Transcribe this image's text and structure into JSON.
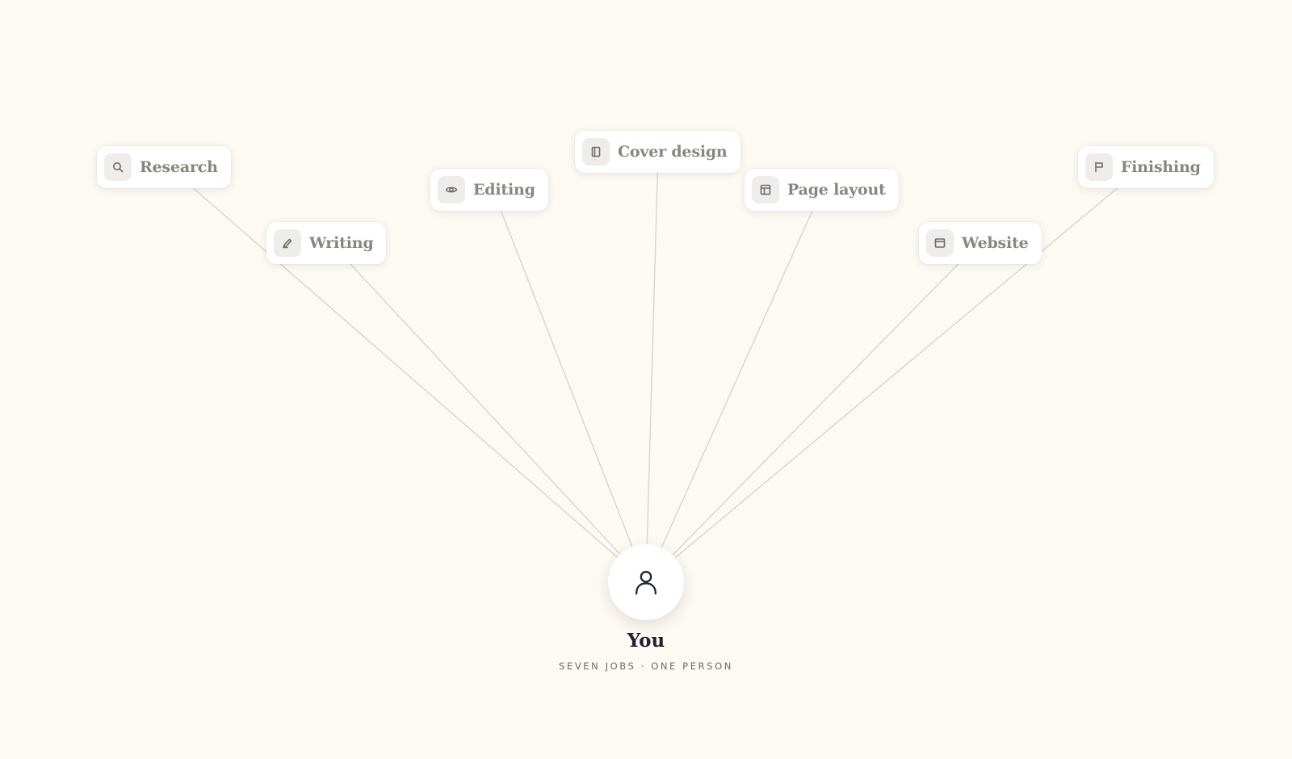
{
  "center": {
    "title": "You",
    "subtitle": "SEVEN JOBS · ONE PERSON",
    "icon": "user-icon"
  },
  "nodes": [
    {
      "id": "research",
      "label": "Research",
      "icon": "search-icon"
    },
    {
      "id": "writing",
      "label": "Writing",
      "icon": "pen-icon"
    },
    {
      "id": "editing",
      "label": "Editing",
      "icon": "eye-icon"
    },
    {
      "id": "cover-design",
      "label": "Cover design",
      "icon": "book-icon"
    },
    {
      "id": "page-layout",
      "label": "Page layout",
      "icon": "layout-icon"
    },
    {
      "id": "website",
      "label": "Website",
      "icon": "browser-window-icon"
    },
    {
      "id": "finishing",
      "label": "Finishing",
      "icon": "flag-icon"
    }
  ],
  "colors": {
    "background": "#fdf9f3",
    "connector": "#d6d2cb",
    "label": "#8a8580",
    "title": "#1e2430",
    "icon_bg": "#efede9"
  }
}
